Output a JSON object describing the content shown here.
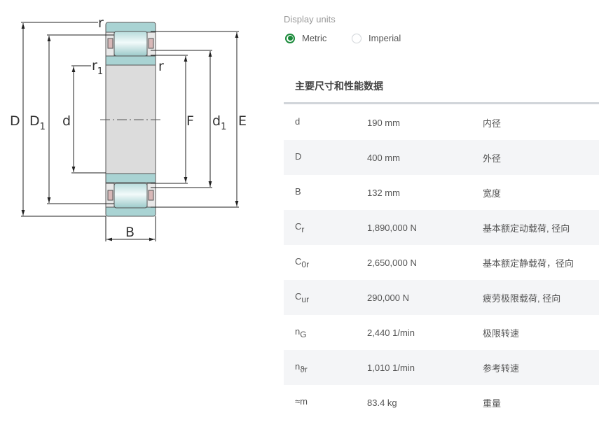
{
  "diagram": {
    "labels": {
      "D": "D",
      "D1": "D",
      "D1_sub": "1",
      "d": "d",
      "F": "F",
      "d1": "d",
      "d1_sub": "1",
      "E": "E",
      "B": "B",
      "r_top": "r",
      "r1": "r",
      "r1_sub": "1",
      "r_right": "r"
    }
  },
  "units": {
    "label": "Display units",
    "options": [
      {
        "label": "Metric",
        "selected": true
      },
      {
        "label": "Imperial",
        "selected": false
      }
    ]
  },
  "section_title": "主要尺寸和性能数据",
  "rows": [
    {
      "sym": "d",
      "sub": "",
      "value": "190 mm",
      "desc": "内径"
    },
    {
      "sym": "D",
      "sub": "",
      "value": "400 mm",
      "desc": "外径"
    },
    {
      "sym": "B",
      "sub": "",
      "value": "132 mm",
      "desc": "宽度"
    },
    {
      "sym": "C",
      "sub": "r",
      "value": "1,890,000 N",
      "desc": "基本额定动载荷, 径向"
    },
    {
      "sym": "C",
      "sub": "0r",
      "value": "2,650,000 N",
      "desc": "基本额定静载荷，径向"
    },
    {
      "sym": "C",
      "sub": "ur",
      "value": "290,000 N",
      "desc": "疲劳极限载荷, 径向"
    },
    {
      "sym": "n",
      "sub": "G",
      "value": "2,440 1/min",
      "desc": "极限转速"
    },
    {
      "sym": "n",
      "sub": "ϑr",
      "value": "1,010 1/min",
      "desc": "参考转速"
    },
    {
      "sym": "≈m",
      "sub": "",
      "value": "83.4 kg",
      "desc": "重量"
    }
  ],
  "colors": {
    "accent": "#1a8a3a",
    "ring": "#a9d3d3",
    "bore": "#dcdcdc"
  }
}
